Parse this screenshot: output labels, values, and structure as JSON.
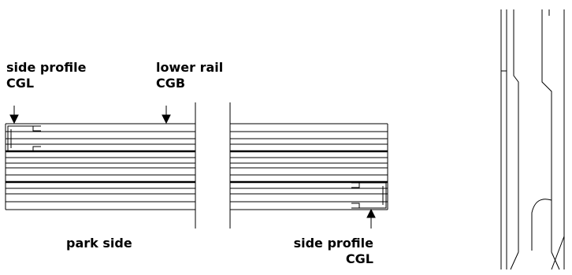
{
  "labels": {
    "top_left_line1": "side profile",
    "top_left_line2": "CGL",
    "top_mid_line1": "lower rail",
    "top_mid_line2": "CGB",
    "bottom_left": "park side",
    "bottom_right_line1": "side profile",
    "bottom_right_line2": "CGL"
  },
  "colors": {
    "stroke": "#000000",
    "background": "#ffffff"
  }
}
